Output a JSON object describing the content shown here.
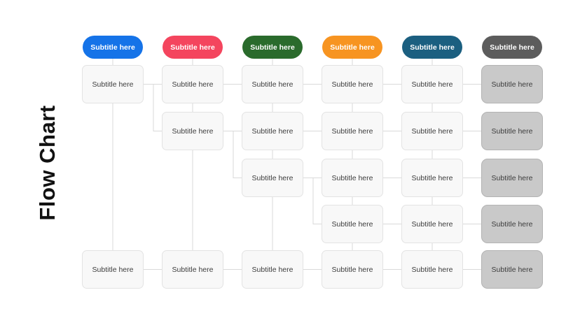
{
  "title": "Flow Chart",
  "theme": {
    "background": "#ffffff",
    "line_color": "#d9d9d9",
    "light_box_bg": "#f8f8f8",
    "light_box_border": "#e3e3e3",
    "gray_box_bg": "#c9c9c9",
    "gray_box_border": "#b3b3b3",
    "box_text_color": "#3d3d3d",
    "title_color": "#111111"
  },
  "columns": [
    {
      "pill_label": "Subtitle here",
      "pill_color": "#1573e8",
      "pill_text_color": "#ffffff",
      "box_variant": "light"
    },
    {
      "pill_label": "Subtitle here",
      "pill_color": "#f4455e",
      "pill_text_color": "#ffffff",
      "box_variant": "light"
    },
    {
      "pill_label": "Subtitle here",
      "pill_color": "#2a6b2c",
      "pill_text_color": "#ffffff",
      "box_variant": "light"
    },
    {
      "pill_label": "Subtitle here",
      "pill_color": "#f79421",
      "pill_text_color": "#ffffff",
      "box_variant": "light"
    },
    {
      "pill_label": "Subtitle here",
      "pill_color": "#1b5f80",
      "pill_text_color": "#ffffff",
      "box_variant": "light"
    },
    {
      "pill_label": "Subtitle here",
      "pill_color": "#5c5c5c",
      "pill_text_color": "#ffffff",
      "box_variant": "gray"
    }
  ],
  "nodes": [
    {
      "col": 1,
      "row": 1,
      "label": "Subtitle here"
    },
    {
      "col": 1,
      "row": 5,
      "label": "Subtitle here"
    },
    {
      "col": 2,
      "row": 1,
      "label": "Subtitle here"
    },
    {
      "col": 2,
      "row": 2,
      "label": "Subtitle here"
    },
    {
      "col": 2,
      "row": 5,
      "label": "Subtitle here"
    },
    {
      "col": 3,
      "row": 1,
      "label": "Subtitle here"
    },
    {
      "col": 3,
      "row": 2,
      "label": "Subtitle here"
    },
    {
      "col": 3,
      "row": 3,
      "label": "Subtitle here"
    },
    {
      "col": 3,
      "row": 5,
      "label": "Subtitle here"
    },
    {
      "col": 4,
      "row": 1,
      "label": "Subtitle here"
    },
    {
      "col": 4,
      "row": 2,
      "label": "Subtitle here"
    },
    {
      "col": 4,
      "row": 3,
      "label": "Subtitle here"
    },
    {
      "col": 4,
      "row": 4,
      "label": "Subtitle here"
    },
    {
      "col": 4,
      "row": 5,
      "label": "Subtitle here"
    },
    {
      "col": 5,
      "row": 1,
      "label": "Subtitle here"
    },
    {
      "col": 5,
      "row": 2,
      "label": "Subtitle here"
    },
    {
      "col": 5,
      "row": 3,
      "label": "Subtitle here"
    },
    {
      "col": 5,
      "row": 4,
      "label": "Subtitle here"
    },
    {
      "col": 5,
      "row": 5,
      "label": "Subtitle here"
    },
    {
      "col": 6,
      "row": 1,
      "label": "Subtitle here"
    },
    {
      "col": 6,
      "row": 2,
      "label": "Subtitle here"
    },
    {
      "col": 6,
      "row": 3,
      "label": "Subtitle here"
    },
    {
      "col": 6,
      "row": 4,
      "label": "Subtitle here"
    },
    {
      "col": 6,
      "row": 5,
      "label": "Subtitle here"
    }
  ],
  "edges": [
    {
      "kind": "pill-drop",
      "col": 1
    },
    {
      "kind": "pill-drop",
      "col": 2
    },
    {
      "kind": "pill-drop",
      "col": 3
    },
    {
      "kind": "pill-drop",
      "col": 4
    },
    {
      "kind": "pill-drop",
      "col": 5
    },
    {
      "kind": "v",
      "col": 1,
      "from_row": 1,
      "to_row": 5
    },
    {
      "kind": "v",
      "col": 2,
      "from_row": 1,
      "to_row": 2
    },
    {
      "kind": "v",
      "col": 2,
      "from_row": 2,
      "to_row": 5
    },
    {
      "kind": "v",
      "col": 3,
      "from_row": 1,
      "to_row": 2
    },
    {
      "kind": "v",
      "col": 3,
      "from_row": 2,
      "to_row": 3
    },
    {
      "kind": "v",
      "col": 3,
      "from_row": 3,
      "to_row": 5
    },
    {
      "kind": "v",
      "col": 4,
      "from_row": 1,
      "to_row": 2
    },
    {
      "kind": "v",
      "col": 4,
      "from_row": 2,
      "to_row": 3
    },
    {
      "kind": "v",
      "col": 4,
      "from_row": 3,
      "to_row": 4
    },
    {
      "kind": "v",
      "col": 4,
      "from_row": 4,
      "to_row": 5
    },
    {
      "kind": "v",
      "col": 5,
      "from_row": 1,
      "to_row": 2
    },
    {
      "kind": "v",
      "col": 5,
      "from_row": 2,
      "to_row": 3
    },
    {
      "kind": "v",
      "col": 5,
      "from_row": 3,
      "to_row": 4
    },
    {
      "kind": "v",
      "col": 5,
      "from_row": 4,
      "to_row": 5
    },
    {
      "kind": "h",
      "row": 1,
      "from_col": 1,
      "to_col": 2
    },
    {
      "kind": "h",
      "row": 1,
      "from_col": 2,
      "to_col": 3
    },
    {
      "kind": "h",
      "row": 1,
      "from_col": 3,
      "to_col": 4
    },
    {
      "kind": "h",
      "row": 1,
      "from_col": 4,
      "to_col": 5
    },
    {
      "kind": "h",
      "row": 1,
      "from_col": 5,
      "to_col": 6
    },
    {
      "kind": "h",
      "row": 2,
      "from_col": 2,
      "to_col": 3
    },
    {
      "kind": "h",
      "row": 2,
      "from_col": 3,
      "to_col": 4
    },
    {
      "kind": "h",
      "row": 2,
      "from_col": 4,
      "to_col": 5
    },
    {
      "kind": "h",
      "row": 2,
      "from_col": 5,
      "to_col": 6
    },
    {
      "kind": "h",
      "row": 3,
      "from_col": 3,
      "to_col": 4
    },
    {
      "kind": "h",
      "row": 3,
      "from_col": 4,
      "to_col": 5
    },
    {
      "kind": "h",
      "row": 3,
      "from_col": 5,
      "to_col": 6
    },
    {
      "kind": "h",
      "row": 4,
      "from_col": 4,
      "to_col": 5
    },
    {
      "kind": "h",
      "row": 4,
      "from_col": 5,
      "to_col": 6
    },
    {
      "kind": "h",
      "row": 5,
      "from_col": 1,
      "to_col": 2
    },
    {
      "kind": "h",
      "row": 5,
      "from_col": 2,
      "to_col": 3
    },
    {
      "kind": "h",
      "row": 5,
      "from_col": 3,
      "to_col": 4
    },
    {
      "kind": "h",
      "row": 5,
      "from_col": 4,
      "to_col": 5
    },
    {
      "kind": "h",
      "row": 5,
      "from_col": 5,
      "to_col": 6
    },
    {
      "kind": "elbow",
      "from_row": 1,
      "to_col": 2,
      "to_row": 2
    },
    {
      "kind": "elbow",
      "from_row": 2,
      "to_col": 3,
      "to_row": 3
    },
    {
      "kind": "elbow",
      "from_row": 3,
      "to_col": 4,
      "to_row": 4
    }
  ]
}
